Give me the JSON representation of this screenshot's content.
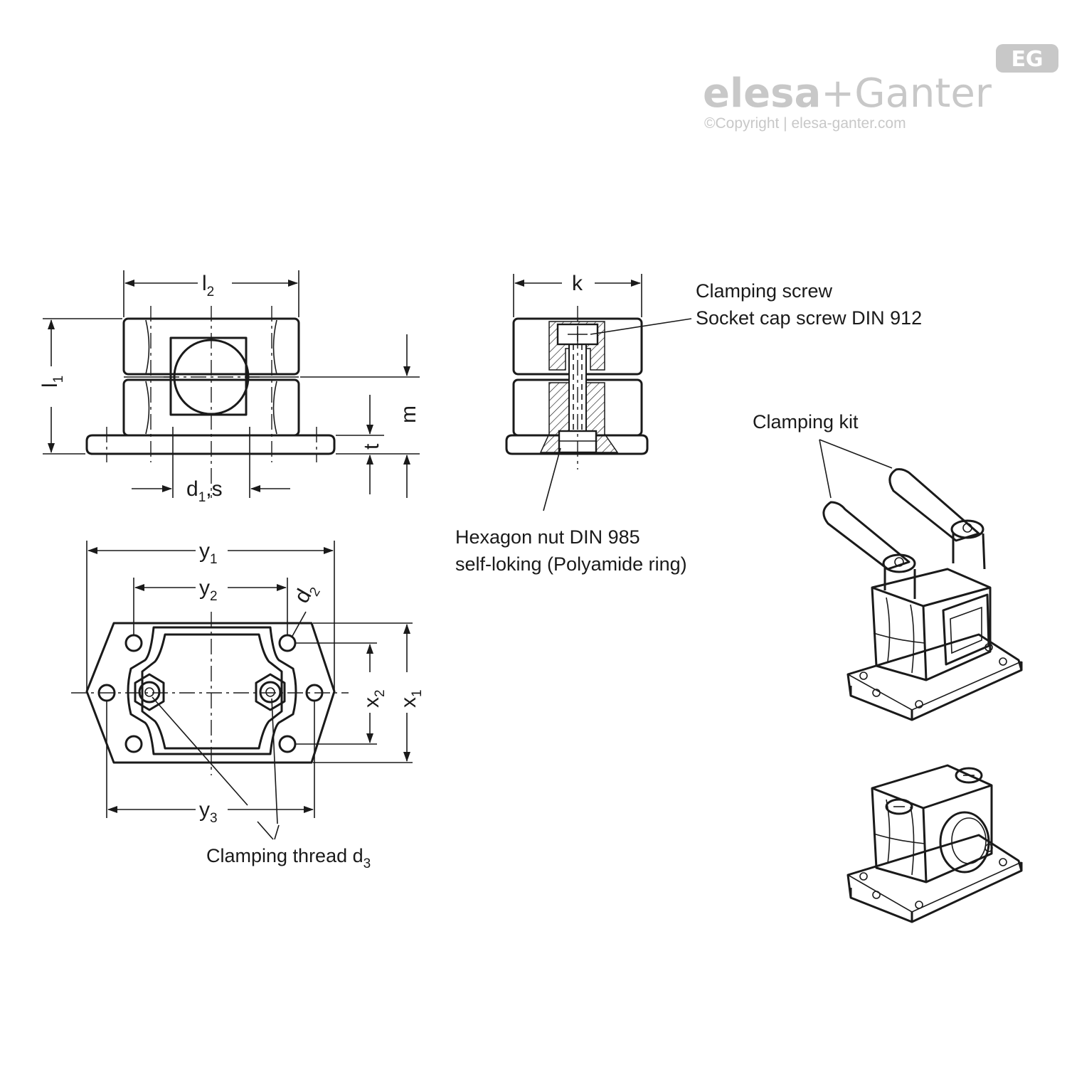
{
  "brand": {
    "name_left": "elesa",
    "plus": "+",
    "name_right": "Ganter",
    "badge": "EG",
    "copyright": "©Copyright | elesa-ganter.com",
    "color": "#c8c8c8"
  },
  "dimensions": {
    "l2": {
      "main": "l",
      "sub": "2"
    },
    "l1": {
      "main": "l",
      "sub": "1"
    },
    "m": "m",
    "t": "t",
    "d1s": {
      "main": "d",
      "sub": "1",
      "rest": ",s"
    },
    "k": "k",
    "y1": {
      "main": "y",
      "sub": "1"
    },
    "y2": {
      "main": "y",
      "sub": "2"
    },
    "y3": {
      "main": "y",
      "sub": "3"
    },
    "x1": {
      "main": "x",
      "sub": "1"
    },
    "x2": {
      "main": "x",
      "sub": "2"
    },
    "d2": {
      "main": "d",
      "sub": "2"
    }
  },
  "callouts": {
    "clamping_screw_line1": "Clamping screw",
    "clamping_screw_line2": "Socket cap screw DIN 912",
    "hex_nut_line1": "Hexagon nut DIN 985",
    "hex_nut_line2": "self-loking (Polyamide ring)",
    "clamping_kit": "Clamping kit",
    "clamping_thread": {
      "main": "Clamping thread d",
      "sub": "3"
    }
  },
  "colors": {
    "line": "#1a1a1a",
    "background": "#ffffff",
    "logo": "#c8c8c8"
  }
}
